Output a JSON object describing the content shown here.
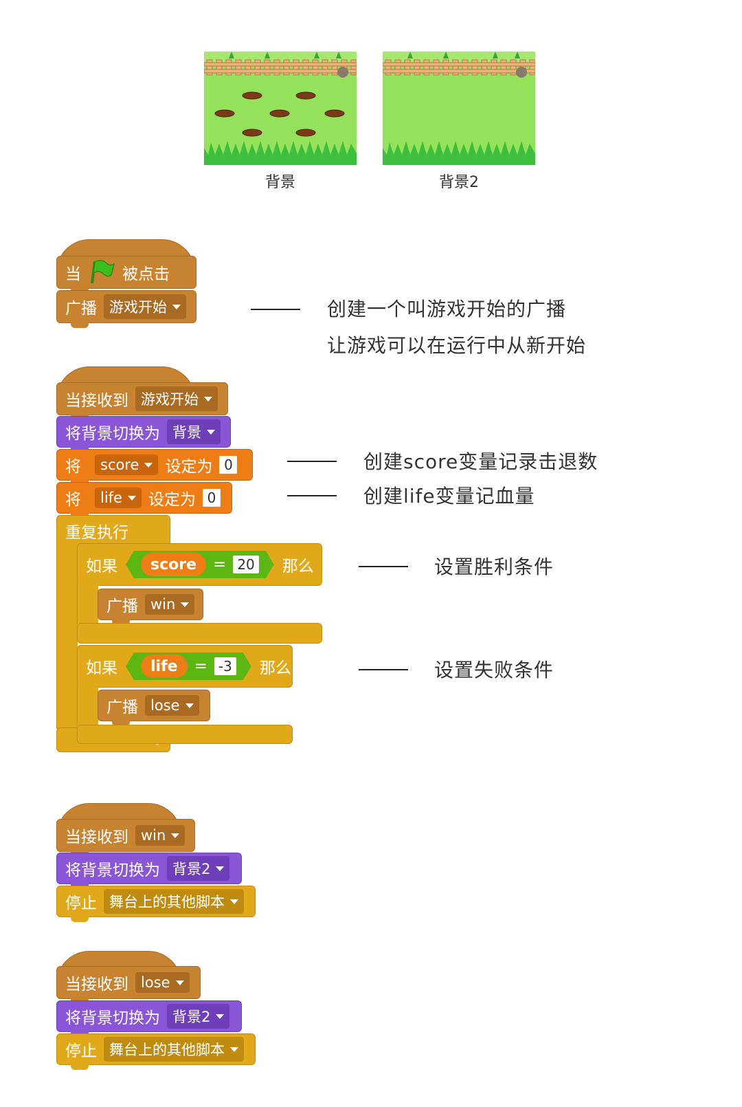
{
  "backdrops": [
    {
      "label": "背景"
    },
    {
      "label": "背景2"
    }
  ],
  "script_start": {
    "hat_when": "当",
    "hat_clicked": "被点击",
    "broadcast_label": "广播",
    "broadcast_msg": "游戏开始"
  },
  "script_game": {
    "hat_label": "当接收到",
    "hat_msg": "游戏开始",
    "switch_label": "将背景切换为",
    "switch_value": "背景",
    "set1_label": "将",
    "set1_var": "score",
    "set1_to": "设定为",
    "set1_value": "0",
    "set2_label": "将",
    "set2_var": "life",
    "set2_to": "设定为",
    "set2_value": "0",
    "forever": "重复执行",
    "if1_label": "如果",
    "if1_var": "score",
    "if1_op": "=",
    "if1_value": "20",
    "if1_then": "那么",
    "if1_broadcast": "广播",
    "if1_msg": "win",
    "if2_label": "如果",
    "if2_var": "life",
    "if2_op": "=",
    "if2_value": "-3",
    "if2_then": "那么",
    "if2_broadcast": "广播",
    "if2_msg": "lose",
    "loop_arrow": "↰"
  },
  "script_win": {
    "hat_label": "当接收到",
    "hat_msg": "win",
    "switch_label": "将背景切换为",
    "switch_value": "背景2",
    "stop_label": "停止",
    "stop_value": "舞台上的其他脚本"
  },
  "script_lose": {
    "hat_label": "当接收到",
    "hat_msg": "lose",
    "switch_label": "将背景切换为",
    "switch_value": "背景2",
    "stop_label": "停止",
    "stop_value": "舞台上的其他脚本"
  },
  "notes": {
    "n1_line1": "创建一个叫游戏开始的广播",
    "n1_line2": "让游戏可以在运行中从新开始",
    "n2": "创建score变量记录击退数",
    "n3": "创建life变量记血量",
    "n4": "设置胜利条件",
    "n5": "设置失败条件"
  },
  "colors": {
    "events": "#c88330",
    "looks": "#8a55d7",
    "data": "#ee7d16",
    "control": "#e1a91a",
    "operator": "#5cb712"
  }
}
